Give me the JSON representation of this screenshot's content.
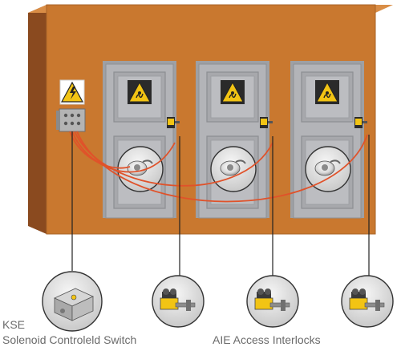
{
  "labels": {
    "device_name": "KSE",
    "device_description": "Solenoid Controleld Switch",
    "interlocks_caption": "AIE Access Interlocks"
  },
  "icons": {
    "hazard_sign": "high-voltage-warning-icon",
    "door_sign": "electrical-hazard-warning-icon"
  },
  "colors": {
    "wall": "#c9782f",
    "wall_side": "#8a4a1f",
    "door": "#a9a9ad",
    "door_panel": "#b9b9bd",
    "wiring": "#e0522a",
    "warning_yellow": "#f2c414",
    "caption": "#6b6b6b"
  },
  "doors": [
    {
      "id": "door-1"
    },
    {
      "id": "door-2"
    },
    {
      "id": "door-3"
    }
  ],
  "interlock_count": 3
}
